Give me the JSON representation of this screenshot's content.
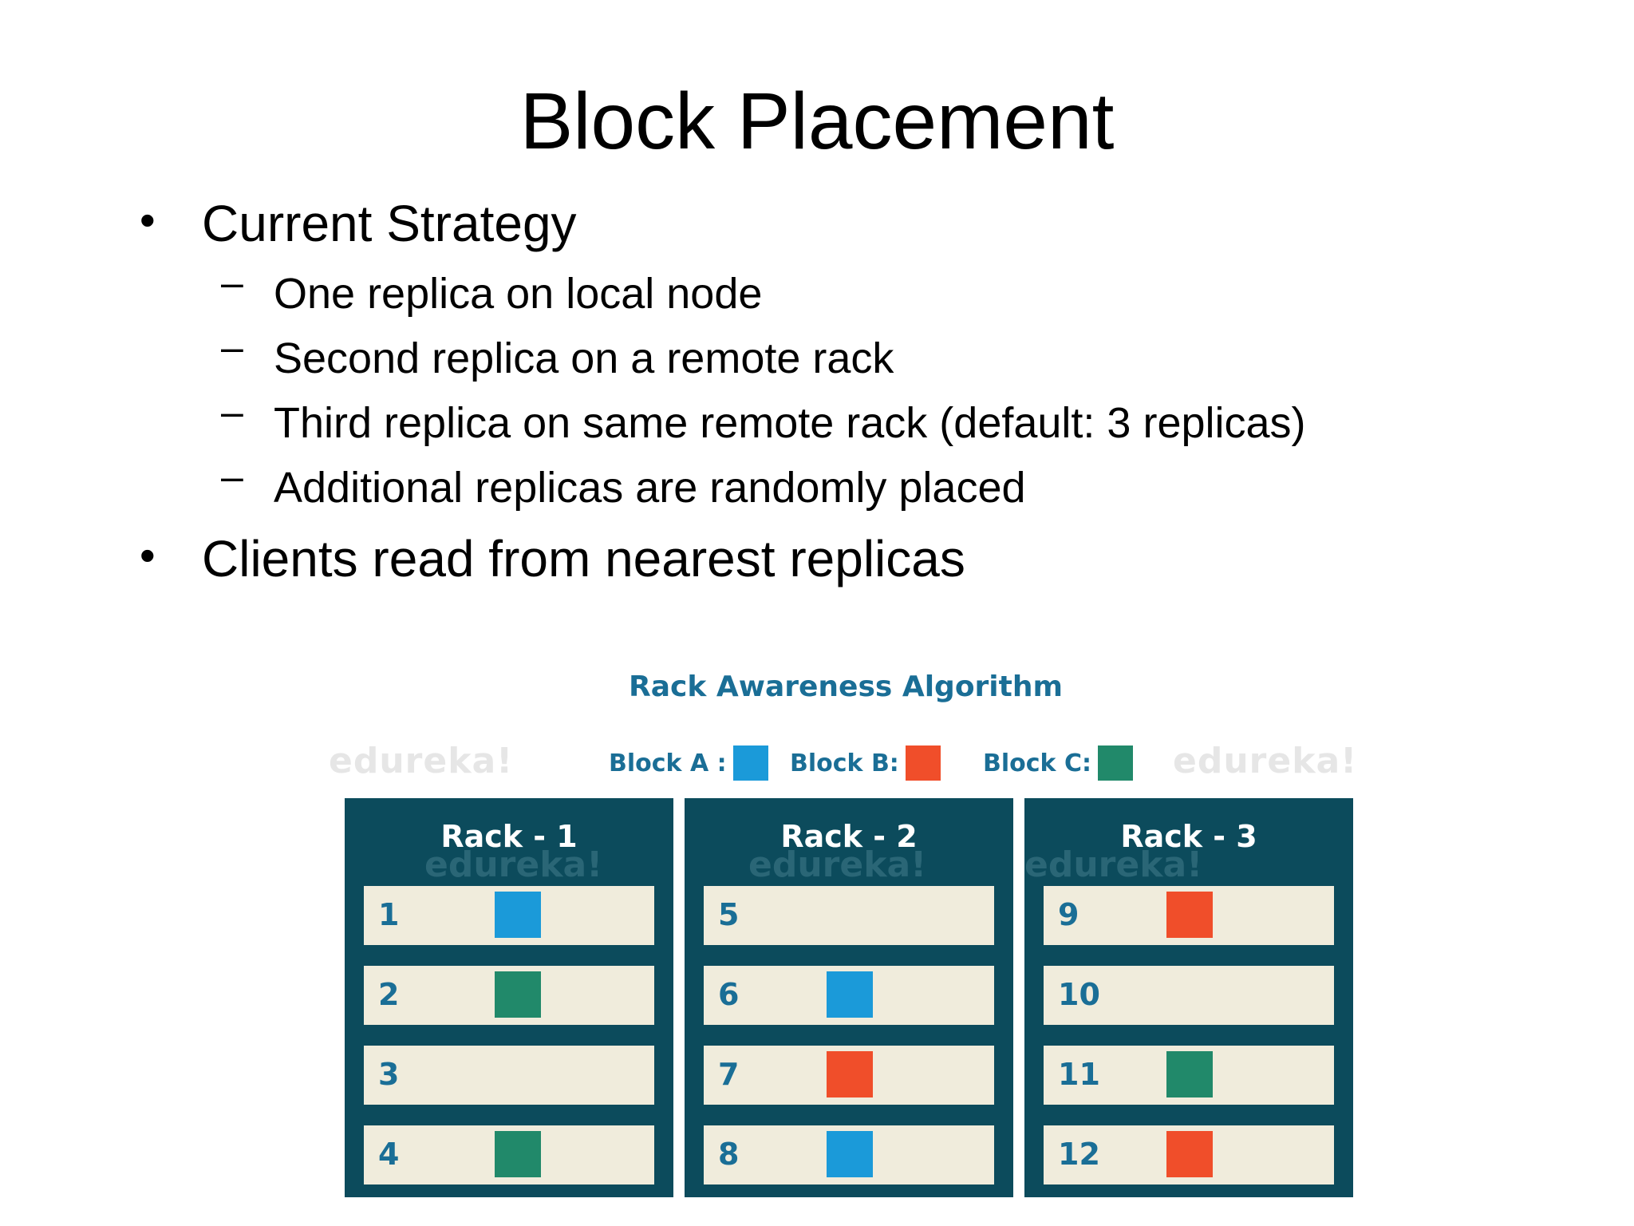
{
  "title": "Block Placement",
  "bullets": [
    {
      "text": "Current Strategy",
      "subs": [
        "One replica on local node",
        "Second replica on a remote rack",
        "Third replica on same remote rack (default: 3 replicas)",
        "Additional replicas are randomly placed"
      ]
    },
    {
      "text": "Clients read from nearest replicas",
      "subs": []
    }
  ],
  "bullet_glyph": "•",
  "dash_glyph": "–",
  "diagram": {
    "title": "Rack Awareness Algorithm",
    "watermark": "edureka!",
    "legend": [
      {
        "label": "Block A :",
        "block": "A"
      },
      {
        "label": "Block B:",
        "block": "B"
      },
      {
        "label": "Block C:",
        "block": "C"
      }
    ],
    "colors": {
      "A": "#1b9ad9",
      "B": "#f04e2a",
      "C": "#21896a",
      "rack": "#0c4b5c",
      "node": "#f0ecdc",
      "accent": "#1a6e96"
    },
    "racks": [
      {
        "name": "Rack - 1",
        "nodes": [
          {
            "id": "1",
            "block": "A"
          },
          {
            "id": "2",
            "block": "C"
          },
          {
            "id": "3",
            "block": null
          },
          {
            "id": "4",
            "block": "C"
          }
        ]
      },
      {
        "name": "Rack - 2",
        "nodes": [
          {
            "id": "5",
            "block": null
          },
          {
            "id": "6",
            "block": "A"
          },
          {
            "id": "7",
            "block": "B"
          },
          {
            "id": "8",
            "block": "A"
          }
        ]
      },
      {
        "name": "Rack - 3",
        "nodes": [
          {
            "id": "9",
            "block": "B"
          },
          {
            "id": "10",
            "block": null
          },
          {
            "id": "11",
            "block": "C"
          },
          {
            "id": "12",
            "block": "B"
          }
        ]
      }
    ]
  }
}
